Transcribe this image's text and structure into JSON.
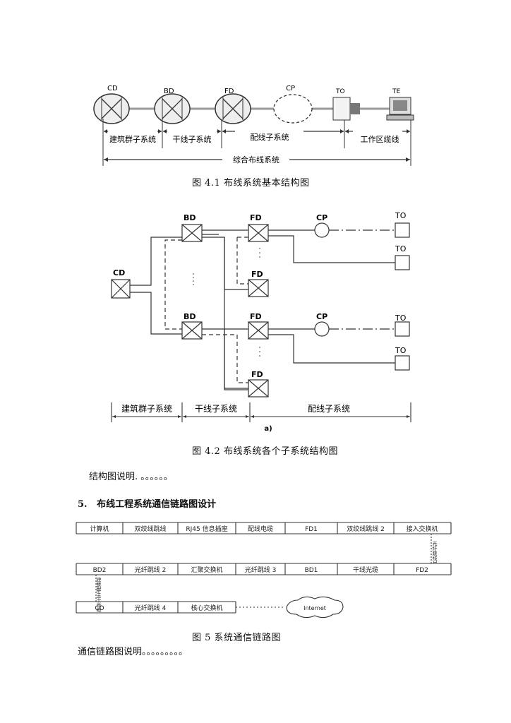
{
  "fig1": {
    "nodes": {
      "cd": "CD",
      "bd": "BD",
      "fd": "FD",
      "cp": "CP",
      "to": "TO",
      "te": "TE"
    },
    "subsystems": {
      "campus": "建筑群子系统",
      "backbone": "干线子系统",
      "horizontal": "配线子系统",
      "work_area": "工作区缆线"
    },
    "total": "综合布线系统",
    "caption": "图 4.1 布线系统基本结构图"
  },
  "fig2": {
    "cd": "CD",
    "bd_top": "BD",
    "fd_top": "FD",
    "fd_top_low": "FD",
    "cp_top": "CP",
    "to_1": "TO",
    "to_2": "TO",
    "bd_bot": "BD",
    "fd_bot": "FD",
    "fd_bot_low": "FD",
    "cp_bot": "CP",
    "to_3": "TO",
    "to_4": "TO",
    "sub_campus": "建筑群子系统",
    "sub_backbone": "干线子系统",
    "sub_horizontal": "配线子系统",
    "sublabel": "a)",
    "caption": "图 4.2 布线系统各个子系统结构图"
  },
  "note1": "结构图说明. 。。。。。。",
  "section": {
    "number": "5.",
    "title": "布线工程系统通信链路图设计"
  },
  "fig5": {
    "row1": [
      "计算机",
      "双绞线跳线",
      "RJ45 信息插座",
      "配线电缆",
      "FD1",
      "双绞线跳线 2",
      "接入交换机"
    ],
    "fiber_1": "光纤跳线1",
    "row2": [
      "BD2",
      "光纤跳线 2",
      "汇聚交换机",
      "光纤跳线 3",
      "BD1",
      "干线光缆",
      "FD2"
    ],
    "campus_cable": "建筑群主干光缆",
    "row3": [
      "CD",
      "光纤跳线 4",
      "核心交换机",
      "Internet"
    ],
    "caption": "图 5 系统通信链路图"
  },
  "note2": "通信链路图说明。。。。。。。。。"
}
